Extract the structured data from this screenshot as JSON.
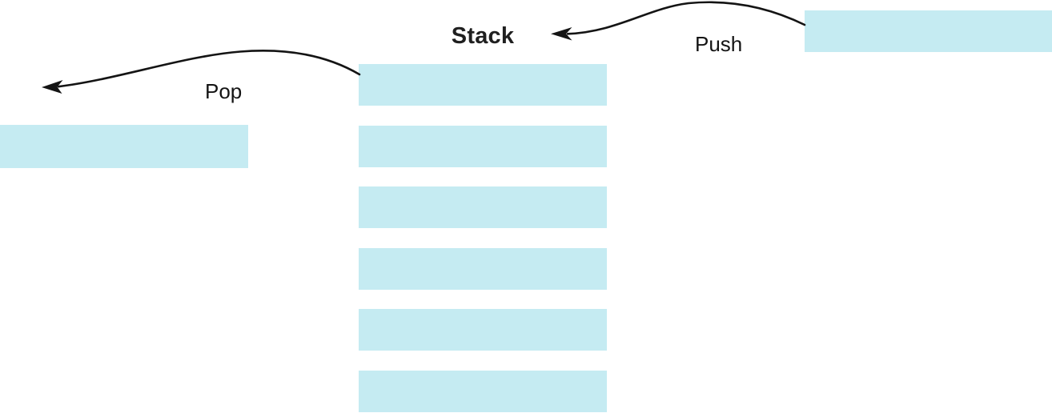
{
  "diagram": {
    "title": "Stack",
    "push_label": "Push",
    "pop_label": "Pop",
    "stack_item_count": 6
  },
  "colors": {
    "box_fill": "#c5ebf2",
    "arrow": "#141414",
    "title_text": "#1f1f1f",
    "label_text": "#141414",
    "background": "#ffffff"
  }
}
